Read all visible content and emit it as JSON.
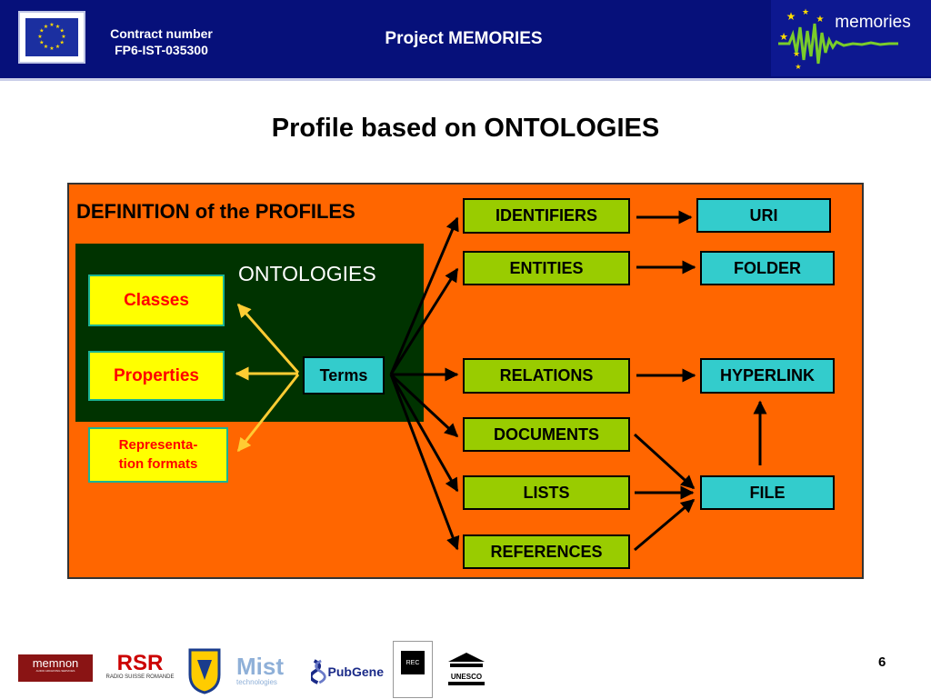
{
  "header": {
    "contract_line1": "Contract number",
    "contract_line2": "FP6-IST-035300",
    "project_title": "Project MEMORIES",
    "logo_text": "memories",
    "background_color": "#06107a"
  },
  "slide": {
    "title": "Profile based on ONTOLOGIES",
    "page_number": "6"
  },
  "diagram": {
    "heading": "DEFINITION of the PROFILES",
    "ontologies_label": "ONTOLOGIES",
    "ontology_items": [
      "Classes",
      "Properties",
      "Representa-",
      "tion formats"
    ],
    "terms_label": "Terms",
    "categories": [
      "IDENTIFIERS",
      "ENTITIES",
      "RELATIONS",
      "DOCUMENTS",
      "LISTS",
      "REFERENCES"
    ],
    "targets": [
      "URI",
      "FOLDER",
      "HYPERLINK",
      "FILE"
    ],
    "colors": {
      "panel": "#ff6600",
      "ontology_box": "#003300",
      "yellow_box": "#ffff00",
      "teal_box": "#33cccc",
      "green_box": "#99cc00",
      "red_text": "#ff0000"
    }
  },
  "footer": {
    "logos": [
      {
        "name": "memnon",
        "text": "memnon",
        "subtext": "AUDIO ARCHIVING SERVICES"
      },
      {
        "name": "rsr",
        "text": "RSR",
        "subtext": "RADIO SUISSE ROMANDE"
      },
      {
        "name": "technion",
        "text": ""
      },
      {
        "name": "mist",
        "text": "Mist",
        "subtext": "technologies"
      },
      {
        "name": "pubgene",
        "text": "PubGene"
      },
      {
        "name": "rec",
        "text": "REC"
      },
      {
        "name": "unesco",
        "text": "UNESCO"
      }
    ]
  }
}
